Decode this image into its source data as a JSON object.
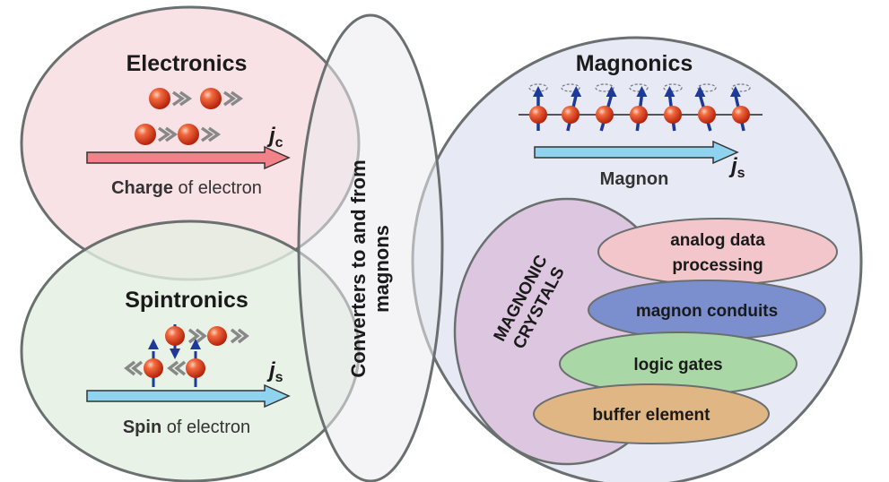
{
  "electronics": {
    "title": "Electronics",
    "current_symbol": "j",
    "current_subscript": "c",
    "caption_bold": "Charge",
    "caption_rest": " of electron"
  },
  "spintronics": {
    "title": "Spintronics",
    "current_symbol": "j",
    "current_subscript": "s",
    "caption_bold": "Spin",
    "caption_rest": " of electron"
  },
  "converters": {
    "line1": "Converters to and from",
    "line2": "magnons"
  },
  "magnonics": {
    "title": "Magnonics",
    "current_symbol": "j",
    "current_subscript": "s",
    "arrow_label": "Magnon",
    "crystals_line1": "MAGNONIC",
    "crystals_line2": "CRYSTALS",
    "applications": [
      {
        "lines": [
          "analog data",
          "processing"
        ],
        "color": "#f3c6cb"
      },
      {
        "lines": [
          "magnon conduits"
        ],
        "color": "#7b8fcf"
      },
      {
        "lines": [
          "logic gates"
        ],
        "color": "#a9d7a6"
      },
      {
        "lines": [
          "buffer element"
        ],
        "color": "#e0b784"
      }
    ]
  },
  "colors": {
    "electronics_fill": "#f7dde0",
    "spintronics_fill": "#e4efe1",
    "converters_fill": "#ebebef",
    "magnonics_fill": "#e3e6f3",
    "crystals_fill": "#dcc2dd",
    "outline": "#6a6f6f",
    "charge_arrow": "#f2828a",
    "spin_arrow": "#8fd3ee",
    "electron": "#e03a1f",
    "spin_vector": "#1d3a9a",
    "motion_arrow": "#888888",
    "text": "#1a1a1a",
    "caption_text": "#333333"
  }
}
